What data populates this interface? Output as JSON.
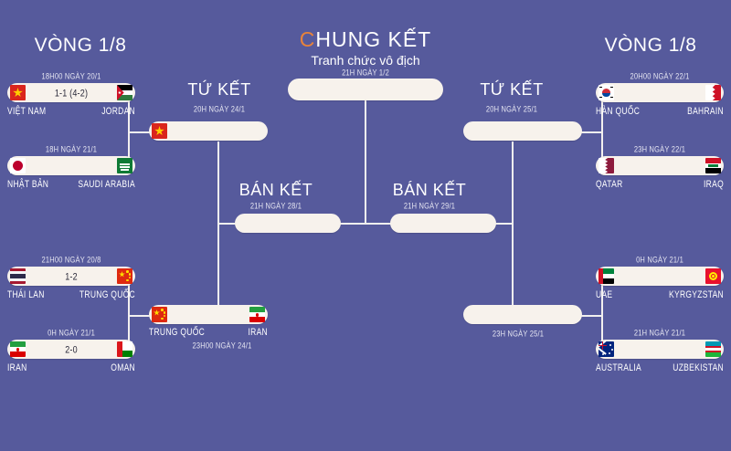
{
  "page": {
    "background_color": "#565a9c",
    "accent_color": "#e8833a",
    "box_color": "#f7f2ec",
    "line_color": "#f2f0ef"
  },
  "headings": {
    "round16_left": "VÒNG 1/8",
    "round16_right": "VÒNG 1/8",
    "quarter_left": "TỨ KẾT",
    "quarter_left_time": "20H NGÀY 24/1",
    "quarter_right": "TỨ KẾT",
    "quarter_right_time": "20H NGÀY 25/1",
    "semi_left": "BÁN KẾT",
    "semi_left_time": "21H NGÀY 28/1",
    "semi_right": "BÁN KẾT",
    "semi_right_time": "21H NGÀY 29/1",
    "final_title_first": "C",
    "final_title_rest": "HUNG KẾT",
    "final_subtitle": "Tranh chức vô địch",
    "final_time": "21H NGÀY 1/2"
  },
  "matches": {
    "r16_l1": {
      "time": "18H00 NGÀY 20/1",
      "score": "1-1 (4-2)",
      "home": "VIỆT NAM",
      "away": "JORDAN",
      "home_flag": "vietnam-flag",
      "away_flag": "jordan-flag"
    },
    "r16_l2": {
      "time": "18H NGÀY 21/1",
      "score": "",
      "home": "NHẬT BẢN",
      "away": "SAUDI ARABIA",
      "home_flag": "japan-flag",
      "away_flag": "saudi-arabia-flag"
    },
    "r16_l3": {
      "time": "21H00 NGÀY 20/8",
      "score": "1-2",
      "home": "THÁI LAN",
      "away": "TRUNG QUỐC",
      "home_flag": "thailand-flag",
      "away_flag": "china-flag"
    },
    "r16_l4": {
      "time": "0H NGÀY 21/1",
      "score": "2-0",
      "home": "IRAN",
      "away": "OMAN",
      "home_flag": "iran-flag",
      "away_flag": "oman-flag"
    },
    "r16_r1": {
      "time": "20H00 NGÀY 22/1",
      "score": "",
      "home": "HÀN QUỐC",
      "away": "BAHRAIN",
      "home_flag": "korea-flag",
      "away_flag": "bahrain-flag"
    },
    "r16_r2": {
      "time": "23H NGÀY 22/1",
      "score": "",
      "home": "QATAR",
      "away": "IRAQ",
      "home_flag": "qatar-flag",
      "away_flag": "iraq-flag"
    },
    "r16_r3": {
      "time": "0H NGÀY 21/1",
      "score": "",
      "home": "UAE",
      "away": "KYRGYZSTAN",
      "home_flag": "uae-flag",
      "away_flag": "kyrgyzstan-flag"
    },
    "r16_r4": {
      "time": "21H NGÀY 21/1",
      "score": "",
      "home": "AUSTRALIA",
      "away": "UZBEKISTAN",
      "home_flag": "australia-flag",
      "away_flag": "uzbekistan-flag"
    },
    "qf_l1": {
      "time": "20H NGÀY 24/1",
      "score": "",
      "home": "",
      "away": "",
      "home_flag": "vietnam-flag",
      "away_flag": ""
    },
    "qf_l2": {
      "time": "23H00 NGÀY 24/1",
      "score": "",
      "home": "TRUNG QUỐC",
      "away": "IRAN",
      "home_flag": "china-flag",
      "away_flag": "iran-flag"
    },
    "qf_r1": {
      "time": "20H NGÀY 25/1",
      "score": "",
      "home": "",
      "away": "",
      "home_flag": "",
      "away_flag": ""
    },
    "qf_r2": {
      "time": "23H NGÀY 25/1",
      "score": "",
      "home": "",
      "away": "",
      "home_flag": "",
      "away_flag": ""
    },
    "sf_l": {
      "time": "21H NGÀY 28/1",
      "score": "",
      "home": "",
      "away": ""
    },
    "sf_r": {
      "time": "21H NGÀY 29/1",
      "score": "",
      "home": "",
      "away": ""
    },
    "final": {
      "time": "21H NGÀY 1/2",
      "score": "",
      "home": "",
      "away": ""
    }
  }
}
